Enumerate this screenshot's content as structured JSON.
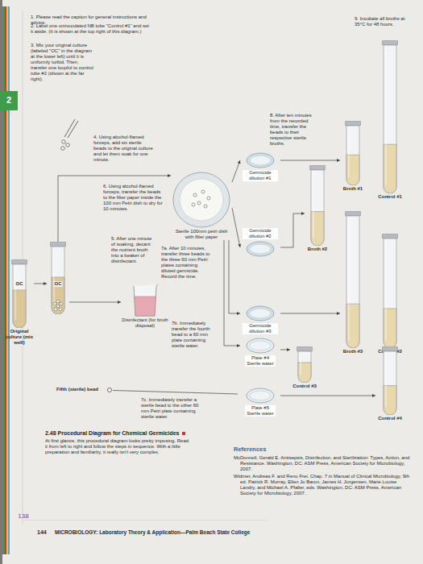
{
  "diagram": {
    "title": "2.48 Procedural Diagram for Chemical Germicides",
    "caption": "At first glance, this procedural diagram looks pretty imposing. Read it from left to right and follow the steps in sequence. With a little preparation and familiarity, it really isn't very complex.",
    "nodes": [
      {
        "text": [
          "OC",
          "Original culture (mix well)"
        ]
      },
      {
        "text": [
          "OC"
        ]
      },
      {
        "text": [
          "Disinfectant (for broth disposal)"
        ]
      },
      {
        "text": [
          "Sterile 100mm petri dish with filter paper"
        ]
      },
      {
        "text": [
          "Germicide dilution #1"
        ]
      },
      {
        "text": [
          "Germicide dilution #2"
        ]
      },
      {
        "text": [
          "Germicide dilution #3"
        ]
      },
      {
        "text": [
          "Plate #4 Sterile water"
        ]
      },
      {
        "text": [
          "Plate #5 Sterile water"
        ]
      },
      {
        "text": [
          "Broth #1"
        ]
      },
      {
        "text": [
          "Control #1"
        ]
      },
      {
        "text": [
          "Broth #2"
        ]
      },
      {
        "text": [
          "Broth #3"
        ]
      },
      {
        "text": [
          "Control #2"
        ]
      },
      {
        "text": [
          "Control #3"
        ]
      },
      {
        "text": [
          "Control #4"
        ]
      }
    ],
    "edges": [
      {
        "from": 0,
        "to": 1,
        "arrow": "to"
      },
      {
        "from": 1,
        "to": 2,
        "arrow": "to"
      },
      {
        "from": 1,
        "to": 3,
        "arrow": "to"
      },
      {
        "from": 3,
        "to": 4,
        "arrow": "to"
      },
      {
        "from": 3,
        "to": 5,
        "arrow": "to"
      },
      {
        "from": 3,
        "to": 6,
        "arrow": "to"
      },
      {
        "from": 3,
        "to": 7,
        "arrow": "to"
      },
      {
        "from": 4,
        "to": 9,
        "arrow": "to"
      },
      {
        "from": 5,
        "to": 11,
        "arrow": "to"
      },
      {
        "from": 6,
        "to": 12,
        "arrow": "to"
      },
      {
        "from": 7,
        "to": 14,
        "arrow": "to"
      },
      {
        "from": 8,
        "to": 15,
        "arrow": "to"
      }
    ],
    "labels": [
      "1. Please read the caption for general instructions and advice.",
      "2. Label one uninoculated NB tube \"Control #1\" and set it aside. (It is shown at the top right of this diagram.)",
      "3. Mix your original culture (labeled \"OC\" in the diagram at the lower left) until it is uniformly turbid. Then, transfer one loopful to control tube #2 (shown at the far right).",
      "4. Using alcohol-flamed forceps, add six sterile beads to the original culture and let them soak for one minute.",
      "5. After one minute of soaking, decant the nutrient broth into a beaker of disinfectant.",
      "6. Using alcohol-flamed forceps, transfer the beads to the filter paper inside the 100 mm Petri dish to dry for 10 minutes.",
      "7a. After 10 minutes, transfer three beads to the three 60 mm Petri plates containing diluted germicide. Record the time.",
      "7b. Immediately transfer the fourth bead to a 60 mm plate containing sterile water.",
      "Fifth (sterile) bead",
      "7c. Immediately transfer a sterile bead to the other 60 mm Petri plate containing sterile water.",
      "8. After ten minutes from the recorded time, transfer the beads to their respective sterile broths.",
      "9. Incubate all broths at 35°C for 48 hours.",
      "References",
      "McDonnell, Gerald E. Antisepsis, Disinfection, and Sterilization: Types, Action, and Resistance. Washington, DC: ASM Press, American Society for Microbiology, 2007.",
      "Widmer, Andreas F. and Reno Frei. Chap. 7 in Manual of Clinical Microbiology, 9th ed. Patrick R. Murray, Ellen Jo Baron, James H. Jorgensen, Marie Louise Landry, and Michael A. Pfaller, eds. Washington, DC: ASM Press, American Society for Microbiology, 2007.",
      "2",
      "138",
      "144",
      "MICROBIOLOGY: Laboratory Theory & Application—Palm Beach State College"
    ]
  }
}
